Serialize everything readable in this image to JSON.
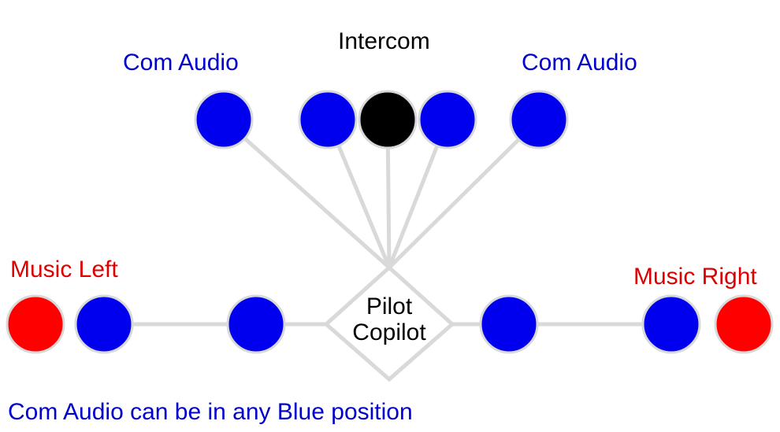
{
  "labels": {
    "com_audio_left": "Com Audio",
    "intercom": "Intercom",
    "com_audio_right": "Com Audio",
    "music_left": "Music Left",
    "music_right": "Music Right",
    "center_line1": "Pilot",
    "center_line2": "Copilot",
    "note": "Com Audio can be in any Blue position"
  },
  "colors": {
    "blue": "#0000ee",
    "black": "#000000",
    "red": "#ff0000",
    "connector": "#d9d9d9"
  }
}
